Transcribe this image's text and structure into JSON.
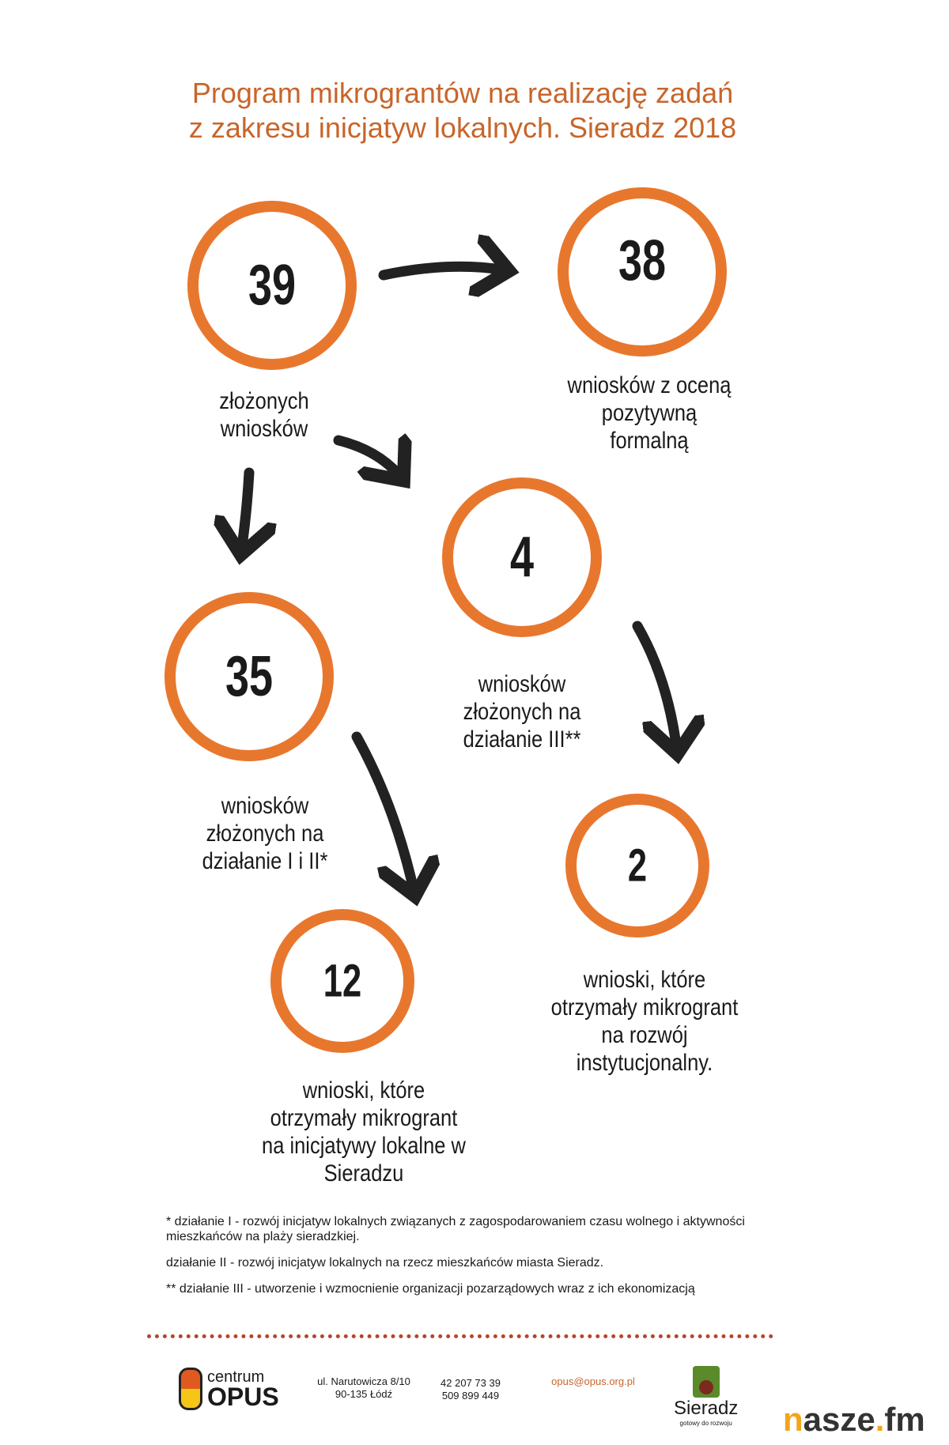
{
  "title": {
    "line1": "Program mikrograntów na realizację zadań",
    "line2": "z zakresu inicjatyw lokalnych. Sieradz 2018"
  },
  "nodes": [
    {
      "id": "submitted",
      "value": "39",
      "label": [
        "złożonych",
        "wniosków"
      ]
    },
    {
      "id": "formal",
      "value": "38",
      "label": [
        "wniosków z oceną",
        "pozytywną",
        "formalną"
      ]
    },
    {
      "id": "action3",
      "value": "4",
      "label": [
        "wniosków",
        "złożonych na",
        "działanie III**"
      ]
    },
    {
      "id": "action12",
      "value": "35",
      "label": [
        "wniosków",
        "złożonych na",
        "działanie I i II*"
      ]
    },
    {
      "id": "granted-inst",
      "value": "2",
      "label": [
        "wnioski, które",
        "otrzymały mikrogrant",
        "na rozwój",
        "instytucjonalny."
      ]
    },
    {
      "id": "granted-local",
      "value": "12",
      "label": [
        "wnioski, które",
        "otrzymały mikrogrant",
        "na inicjatywy lokalne w",
        "Sieradzu"
      ]
    }
  ],
  "notes": [
    "* działanie I  - rozwój inicjatyw lokalnych związanych z zagospodarowaniem czasu wolnego i aktywności mieszkańców na plaży sieradzkiej.",
    "działanie II  - rozwój inicjatyw lokalnych  na rzecz mieszkańców miasta Sieradz.",
    "** działanie III  -  utworzenie i wzmocnienie organizacji pozarządowych wraz z ich ekonomizacją"
  ],
  "footer": {
    "org_line1": "centrum",
    "org_line2": "OPUS",
    "address1": "ul. Narutowicza 8/10",
    "address2": "90-135 Łódź",
    "phone1": "42 207 73 39",
    "phone2": "509 899 449",
    "email": "opus@opus.org.pl",
    "city": "Sieradz",
    "city_tagline": "gotowy do rozwoju",
    "watermark_a": "n",
    "watermark_b": "asze",
    "watermark_c": ".",
    "watermark_d": "fm"
  },
  "colors": {
    "ring": "#e8772e",
    "title": "#c8652a",
    "arrow": "#222222"
  }
}
